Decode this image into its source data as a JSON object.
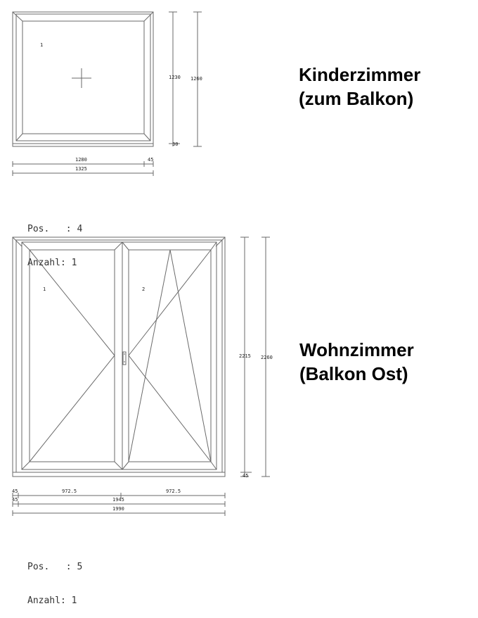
{
  "window1": {
    "title_line1": "Kinderzimmer",
    "title_line2": "(zum Balkon)",
    "pane_number": "1",
    "dims": {
      "inner_height": "1230",
      "outer_height": "1260",
      "bottom_offset": "30",
      "inner_width": "1280",
      "frame_width": "45",
      "outer_width": "1325"
    },
    "position_label": "Pos.   :",
    "position_value": "4",
    "count_label": "Anzahl:",
    "count_value": "1"
  },
  "window2": {
    "title_line1": "Wohnzimmer",
    "title_line2": "(Balkon Ost)",
    "pane_left_number": "1",
    "pane_right_number": "2",
    "dims": {
      "inner_height": "2215",
      "outer_height": "2260",
      "bottom_offset": "45",
      "frame_left_1": "45",
      "frame_left_2": "45",
      "left_sash_width": "972.5",
      "right_sash_width": "972.5",
      "inner_width": "1945",
      "outer_width": "1990"
    },
    "position_label": "Pos.   :",
    "position_value": "5",
    "count_label": "Anzahl:",
    "count_value": "1"
  },
  "colors": {
    "line": "#6a6a6a",
    "text": "#000000"
  }
}
